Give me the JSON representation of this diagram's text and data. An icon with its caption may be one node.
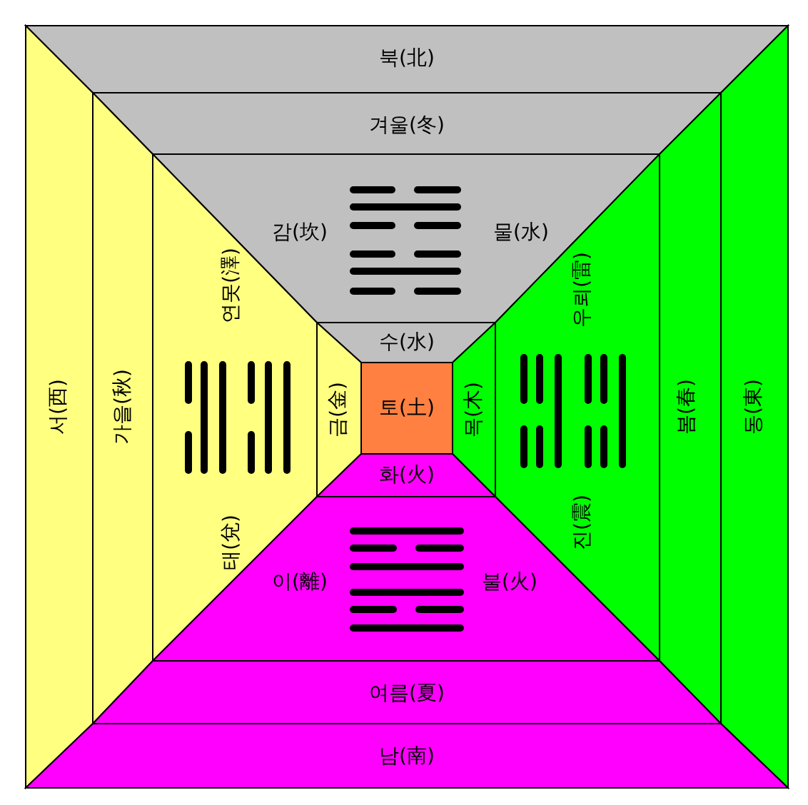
{
  "diagram": {
    "nodes": [
      {
        "text": [
          "북(北)"
        ]
      },
      {
        "text": [
          "겨울(冬)"
        ]
      },
      {
        "text": [
          "감(坎)",
          "물(水)"
        ]
      },
      {
        "text": [
          "수(水)"
        ]
      },
      {
        "text": [
          "서(西)"
        ]
      },
      {
        "text": [
          "가을(秋)"
        ]
      },
      {
        "text": [
          "연못(澤)",
          "태(兌)"
        ]
      },
      {
        "text": [
          "금(金)"
        ]
      },
      {
        "text": [
          "토(土)"
        ]
      },
      {
        "text": [
          "목(木)"
        ]
      },
      {
        "text": [
          "우뢰(雷)",
          "진(震)"
        ]
      },
      {
        "text": [
          "봄(春)"
        ]
      },
      {
        "text": [
          "동(東)"
        ]
      },
      {
        "text": [
          "화(火)"
        ]
      },
      {
        "text": [
          "이(離)",
          "불(火)"
        ]
      },
      {
        "text": [
          "여름(夏)"
        ]
      },
      {
        "text": [
          "남(南)"
        ]
      }
    ]
  }
}
